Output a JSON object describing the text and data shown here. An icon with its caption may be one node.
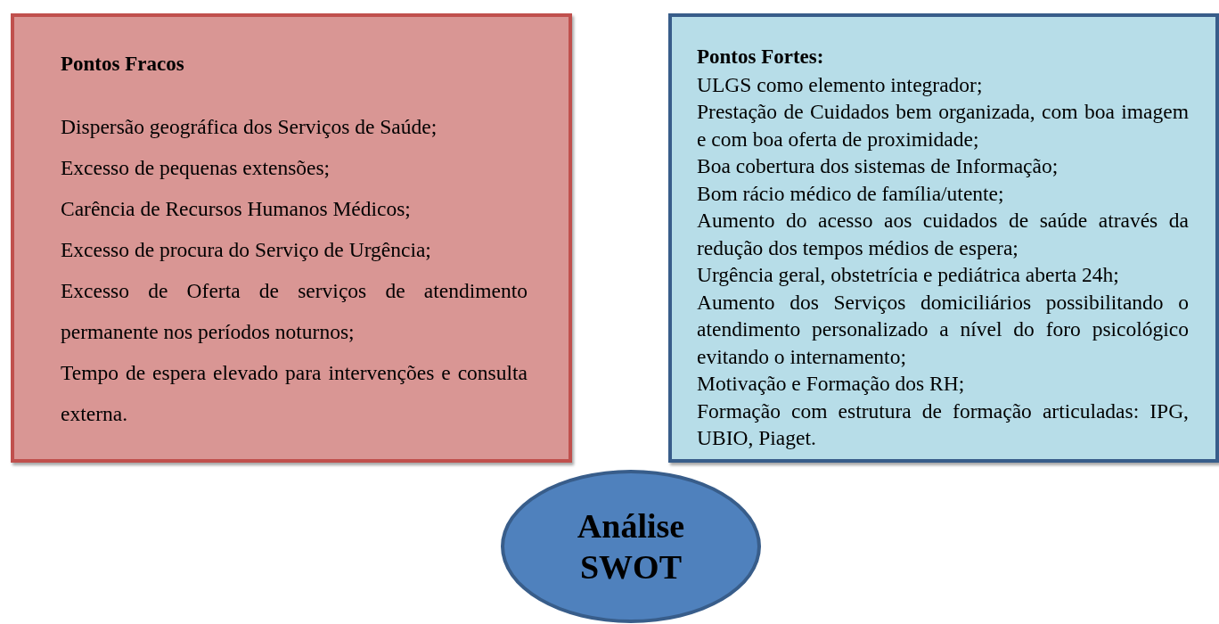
{
  "diagram": {
    "nodes": [
      {
        "text": [
          "Pontos Fracos",
          "Dispersão geográfica dos Serviços de Saúde;",
          "Excesso de pequenas extensões;",
          "Carência de Recursos Humanos Médicos;",
          "Excesso de procura do Serviço de Urgência;",
          "Excesso de Oferta de serviços de atendimento permanente nos períodos noturnos;",
          "Tempo de espera elevado para intervenções e consulta externa."
        ]
      },
      {
        "text": [
          "Pontos Fortes:",
          "ULGS como elemento integrador;",
          "Prestação de Cuidados bem organizada, com boa imagem e com boa oferta de proximidade;",
          "Boa cobertura dos sistemas de Informação;",
          "Bom rácio médico de família/utente;",
          "Aumento do acesso aos cuidados de saúde através da redução dos tempos médios de espera;",
          "Urgência geral, obstetrícia e pediátrica aberta 24h;",
          "Aumento dos Serviços domiciliários possibilitando o atendimento personalizado a nível do foro psicológico evitando o internamento;",
          "Motivação e Formação dos RH;",
          "Formação com estrutura de formação articuladas: IPG, UBIO, Piaget."
        ]
      },
      {
        "text": [
          "Análise SWOT"
        ]
      }
    ]
  }
}
